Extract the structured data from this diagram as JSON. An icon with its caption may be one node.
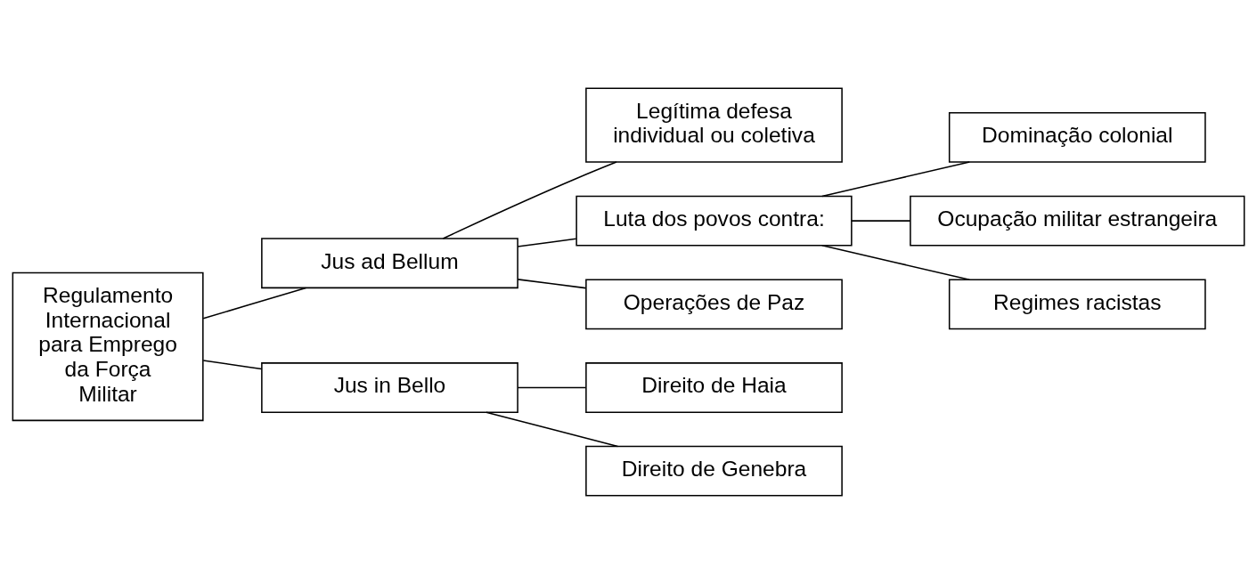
{
  "diagram": {
    "nodes": [
      {
        "text": [
          "Regulamento Internacional para Emprego da Força Militar"
        ]
      },
      {
        "text": [
          "Jus ad Bellum"
        ]
      },
      {
        "text": [
          "Legítima defesa individual ou coletiva"
        ]
      },
      {
        "text": [
          "Luta dos povos contra:"
        ]
      },
      {
        "text": [
          "Operações de Paz"
        ]
      },
      {
        "text": [
          "Dominação colonial"
        ]
      },
      {
        "text": [
          "Ocupação militar estrangeira"
        ]
      },
      {
        "text": [
          "Regimes racistas"
        ]
      },
      {
        "text": [
          "Jus in Bello"
        ]
      },
      {
        "text": [
          "Direito de Haia"
        ]
      },
      {
        "text": [
          "Direito de Genebra"
        ]
      }
    ],
    "edges": [
      {
        "from": 0,
        "to": 1,
        "arrow": "none"
      },
      {
        "from": 0,
        "to": 8,
        "arrow": "none"
      },
      {
        "from": 1,
        "to": 2,
        "arrow": "none"
      },
      {
        "from": 1,
        "to": 3,
        "arrow": "none"
      },
      {
        "from": 1,
        "to": 4,
        "arrow": "none"
      },
      {
        "from": 3,
        "to": 5,
        "arrow": "none"
      },
      {
        "from": 3,
        "to": 6,
        "arrow": "none"
      },
      {
        "from": 3,
        "to": 7,
        "arrow": "none"
      },
      {
        "from": 8,
        "to": 9,
        "arrow": "none"
      },
      {
        "from": 8,
        "to": 10,
        "arrow": "none"
      }
    ]
  }
}
